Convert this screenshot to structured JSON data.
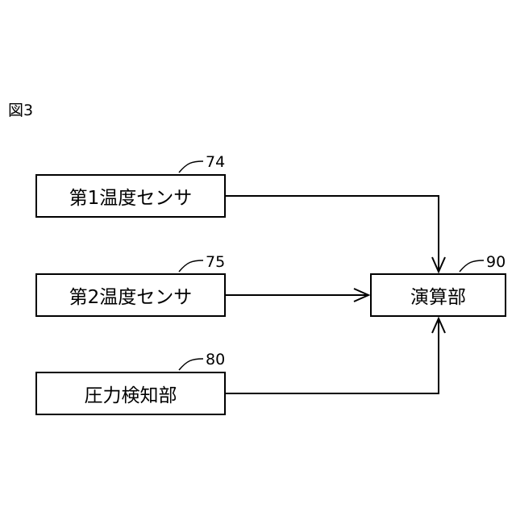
{
  "figure": {
    "label": "図3"
  },
  "blocks": {
    "sensor1": {
      "label": "第1温度センサ",
      "ref": "74"
    },
    "sensor2": {
      "label": "第2温度センサ",
      "ref": "75"
    },
    "pressure": {
      "label": "圧力検知部",
      "ref": "80"
    },
    "compute": {
      "label": "演算部",
      "ref": "90"
    }
  },
  "connections": [
    {
      "from": "sensor1",
      "to": "compute"
    },
    {
      "from": "sensor2",
      "to": "compute"
    },
    {
      "from": "pressure",
      "to": "compute"
    }
  ]
}
